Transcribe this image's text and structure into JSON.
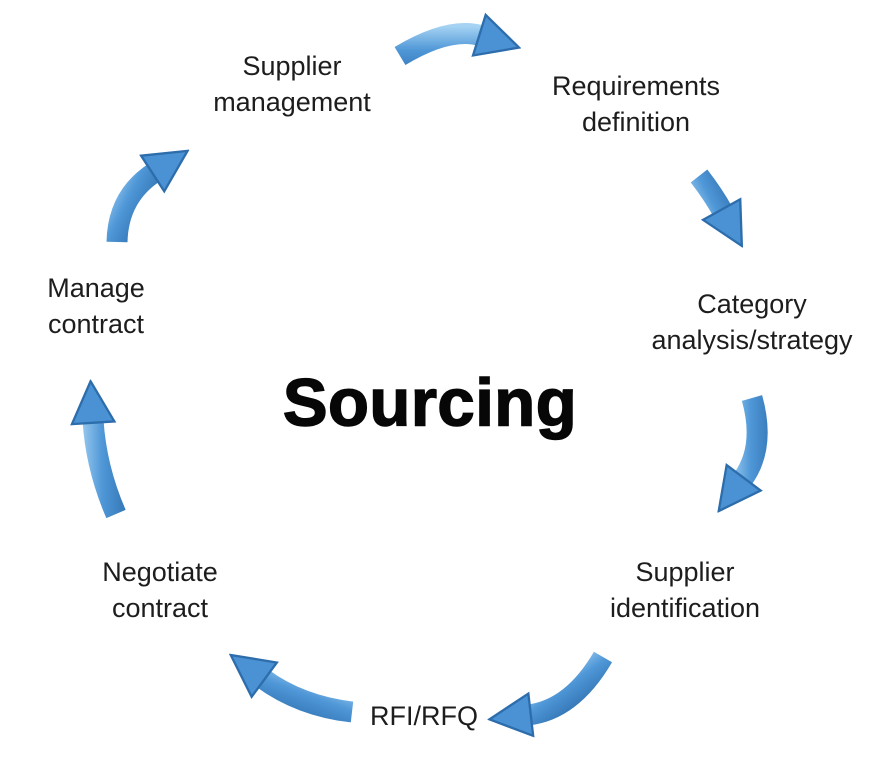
{
  "diagram": {
    "title": "Sourcing",
    "cycle_direction": "clockwise",
    "colors": {
      "arrow_mid": "#4f97d7",
      "arrow_dark": "#2e6fae",
      "arrow_light": "#a6d3f3",
      "text": "#1d1d1d",
      "title_text": "#070707",
      "background": "#ffffff"
    },
    "nodes": [
      {
        "id": "supplier-management",
        "label": "Supplier\nmanagement"
      },
      {
        "id": "requirements-definition",
        "label": "Requirements\ndefinition"
      },
      {
        "id": "category-analysis-strategy",
        "label": "Category\nanalysis/strategy"
      },
      {
        "id": "supplier-identification",
        "label": "Supplier\nidentification"
      },
      {
        "id": "rfi-rfq",
        "label": "RFI/RFQ"
      },
      {
        "id": "negotiate-contract",
        "label": "Negotiate\ncontract"
      },
      {
        "id": "manage-contract",
        "label": "Manage\ncontract"
      }
    ],
    "connections": [
      {
        "from": "supplier-management",
        "to": "requirements-definition"
      },
      {
        "from": "requirements-definition",
        "to": "category-analysis-strategy"
      },
      {
        "from": "category-analysis-strategy",
        "to": "supplier-identification"
      },
      {
        "from": "supplier-identification",
        "to": "rfi-rfq"
      },
      {
        "from": "rfi-rfq",
        "to": "negotiate-contract"
      },
      {
        "from": "negotiate-contract",
        "to": "manage-contract"
      },
      {
        "from": "manage-contract",
        "to": "supplier-management"
      }
    ]
  }
}
